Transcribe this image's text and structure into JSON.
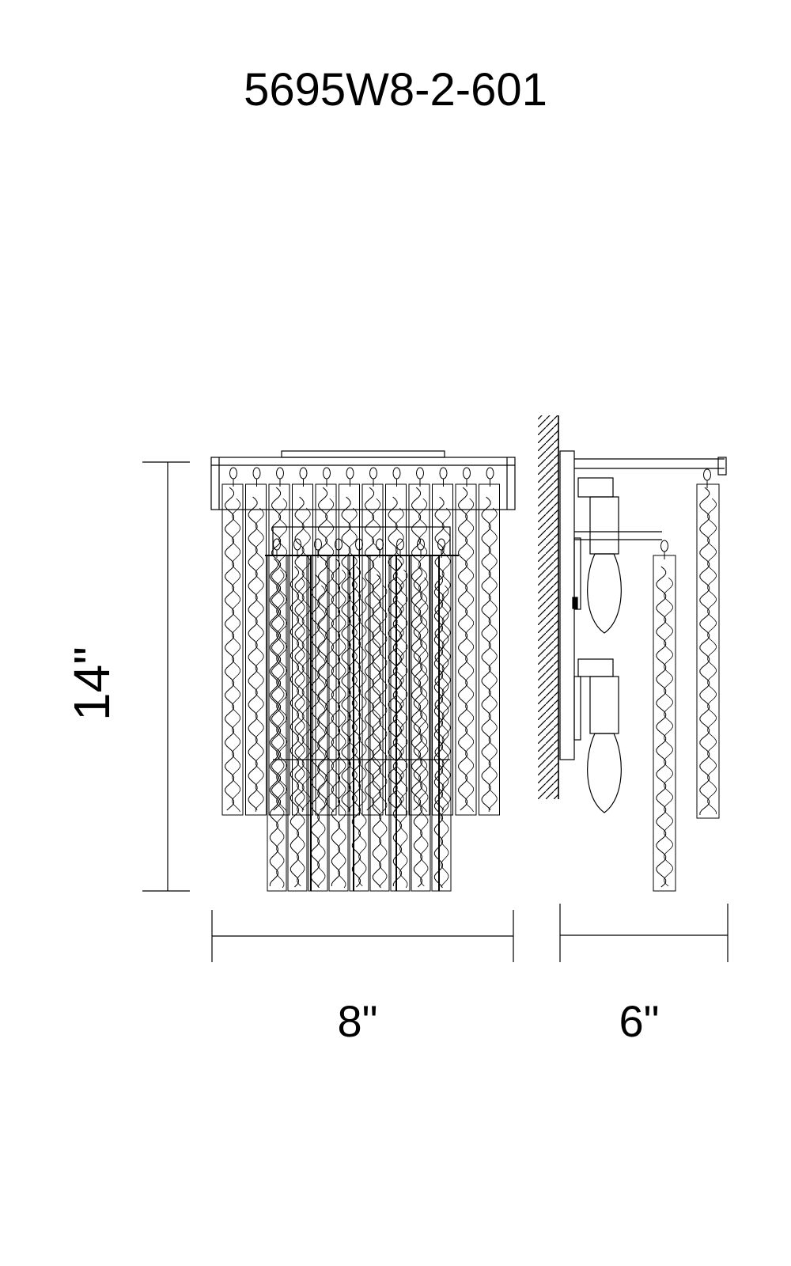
{
  "drawing": {
    "model_number": "5695W8-2-601"
  },
  "dimensions": {
    "height_label": "14\"",
    "width_label": "8\"",
    "depth_label": "6\""
  },
  "colors": {
    "line": "#000000",
    "background": "#ffffff"
  }
}
